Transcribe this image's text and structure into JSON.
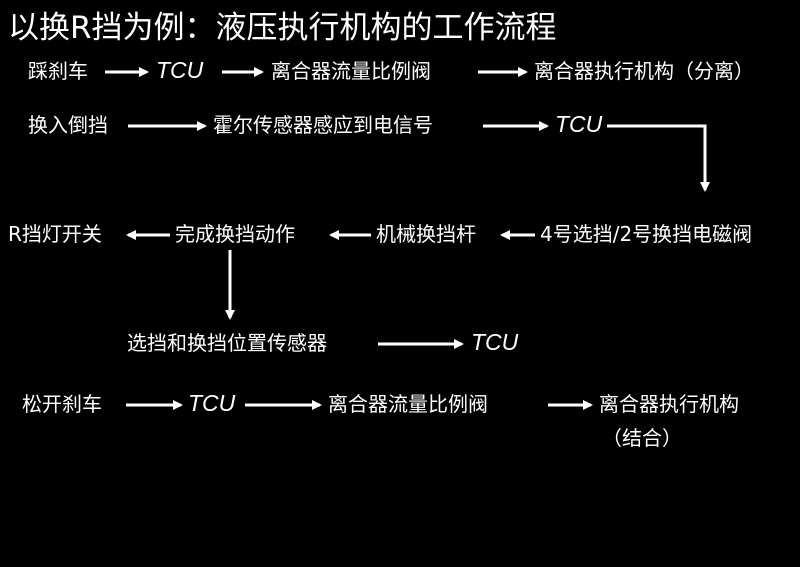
{
  "title": "以换R挡为例：液压执行机构的工作流程",
  "rows": {
    "row1": {
      "step1": "踩刹车",
      "step2": "TCU",
      "step3": "离合器流量比例阀",
      "step4": "离合器执行机构（分离）"
    },
    "row2": {
      "step1": "换入倒挡",
      "step2": "霍尔传感器感应到电信号",
      "step3": "TCU"
    },
    "row3": {
      "step1": "R挡灯开关",
      "step2": "完成换挡动作",
      "step3": "机械换挡杆",
      "step4": "4号选挡/2号换挡电磁阀"
    },
    "row4": {
      "step1": "选挡和换挡位置传感器",
      "step2": "TCU"
    },
    "row5": {
      "step1": "松开刹车",
      "step2": "TCU",
      "step3": "离合器流量比例阀",
      "step4a": "离合器执行机构",
      "step4b": "（结合）"
    }
  }
}
